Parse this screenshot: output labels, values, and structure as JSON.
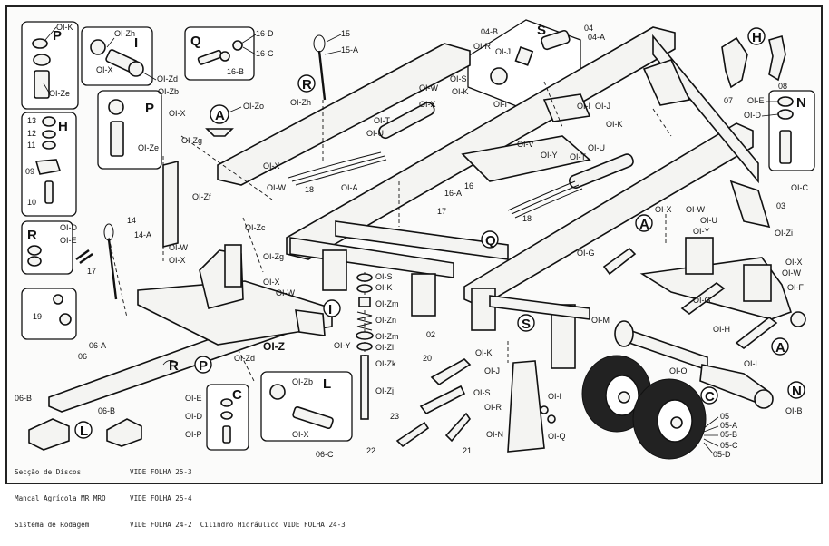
{
  "diagram": {
    "kind": "exploded-parts-drawing",
    "section_letters": {
      "P_top": "P",
      "I": "I",
      "Q_top": "Q",
      "S_top": "S",
      "H_top": "H",
      "N_top": "N",
      "A_mid": "A",
      "P_mid": "P",
      "H_left": "H",
      "R_top": "R",
      "R_left": "R",
      "A_right": "A",
      "Q_mid": "Q",
      "I_mid": "I",
      "S_mid": "S",
      "P_low": "P",
      "R_low": "R",
      "L": "L",
      "C": "C",
      "C_low": "C",
      "L_low": "L",
      "A_low": "A",
      "N_low": "N"
    },
    "part_labels": {
      "p01_K": "OI-K",
      "p01_Zh": "OI-Zh",
      "p01_X": "OI-X",
      "p01_Zd": "OI-Zd",
      "p01_Ze": "OI-Ze",
      "p16_D": "16-D",
      "p16_C": "16-C",
      "p16_B": "16-B",
      "p15": "15",
      "p15_A": "15-A",
      "p04_B": "04-B",
      "p04": "04",
      "p04_A": "04-A",
      "p01_R": "OI-R",
      "p01_J_top": "OI-J",
      "p01_S": "OI-S",
      "p01_K_top": "OI-K",
      "p01_I": "OI-I",
      "p07": "07",
      "p08": "08",
      "p01_Zb": "OI-Zb",
      "p01_X2": "OI-X",
      "p01_Ze2": "OI-Ze",
      "p01_Zo": "OI-Zo",
      "p01_Zh2": "OI-Zh",
      "p01_W": "OI-W",
      "p01_X3": "OI-X",
      "p01_I2": "OI-I",
      "p01_T": "OI-T",
      "p01_U": "OI-U",
      "p01_J2": "OI-J",
      "p01_K2": "OI-K",
      "p01_E": "OI-E",
      "p01_D": "OI-D",
      "p01_C": "OI-C",
      "p13": "13",
      "p12": "12",
      "p11": "11",
      "p09": "09",
      "p10": "10",
      "p01_Zg": "OI-Zg",
      "p01_X4": "OI-X",
      "p01_W2": "OI-W",
      "p18": "18",
      "p01_A": "OI-A",
      "p01_V": "OI-V",
      "p01_Y": "OI-Y",
      "p01_T2": "OI-T",
      "p01_U2": "OI-U",
      "p03": "03",
      "p01_Zf": "OI-Zf",
      "p16_A": "16-A",
      "p16": "16",
      "p17": "17",
      "p18b": "18",
      "p01_D2": "OI-D",
      "p01_E2": "OI-E",
      "p17b": "17",
      "p14": "14",
      "p14_A": "14-A",
      "p01_Zc": "OI-Zc",
      "p01_Zg2": "OI-Zg",
      "p01_W3": "OI-W",
      "p01_X5": "OI-X",
      "p01_X6": "OI-X",
      "p01_W4": "OI-W",
      "p01_G": "OI-G",
      "p01_X7": "OI-X",
      "p01_W5": "OI-W",
      "p01_U3": "OI-U",
      "p01_Y2": "OI-Y",
      "p01_Zi": "OI-Zi",
      "p01_X8": "OI-X",
      "p01_W6": "OI-W",
      "p01_F": "OI-F",
      "p19": "19",
      "p06_A": "06-A",
      "p06": "06",
      "p01_S2": "OI-S",
      "p01_K3": "OI-K",
      "p01_Zm": "OI-Zm",
      "p01_Zn": "OI-Zn",
      "p01_Zm2": "OI-Zm",
      "p01_Zl": "OI-Zl",
      "p01_Zk": "OI-Zk",
      "p02": "02",
      "p01_M": "OI-M",
      "p01_G2": "OI-G",
      "p01_H": "OI-H",
      "p01_L": "OI-L",
      "p01_Y3": "OI-Y",
      "p01_Z": "OI-Z",
      "p01_Zd2": "OI-Zd",
      "p20": "20",
      "p01_K4": "OI-K",
      "p01_J3": "OI-J",
      "p01_S3": "OI-S",
      "p01_R2": "OI-R",
      "p01_I3": "OI-I",
      "p01_O": "OI-O",
      "p01_B": "OI-B",
      "p01_Zj": "OI-Zj",
      "p01_Zb2": "OI-Zb",
      "p01_X9": "OI-X",
      "p06_C": "06-C",
      "p01_E3": "OI-E",
      "p01_D3": "OI-D",
      "p01_P": "OI-P",
      "p06_B": "06-B",
      "p06_B2": "06-B",
      "p23": "23",
      "p22": "22",
      "p21": "21",
      "p01_N": "OI-N",
      "p01_Q": "OI-Q",
      "p05": "05",
      "p05_A": "05-A",
      "p05_B": "05-B",
      "p05_C": "05-C",
      "p05_D": "05-D"
    },
    "footnotes": [
      {
        "item": "Secção de Discos",
        "ref": "VIDE FOLHA 25-3"
      },
      {
        "item": "Mancal Agrícola MR MRO",
        "ref": "VIDE FOLHA 25-4"
      },
      {
        "item": "Sistema de Rodagem",
        "ref": "VIDE FOLHA 24-2  Cilindro Hidráulico VIDE FOLHA 24-3"
      }
    ]
  }
}
